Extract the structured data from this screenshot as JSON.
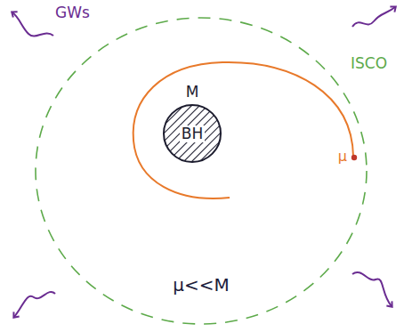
{
  "diagram": {
    "nodes": [
      {
        "text": [
          "M",
          "BH"
        ]
      }
    ],
    "labels": [
      "GWs",
      "ISCO",
      "μ",
      "μ<<M"
    ]
  }
}
